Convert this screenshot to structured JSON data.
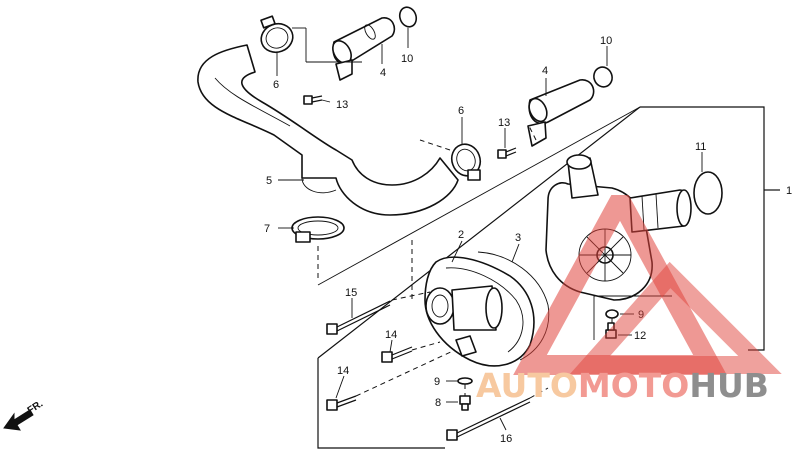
{
  "labels": {
    "l1": "1",
    "l2": "2",
    "l3": "3",
    "l4a": "4",
    "l4b": "4",
    "l5": "5",
    "l6a": "6",
    "l6b": "6",
    "l7": "7",
    "l8": "8",
    "l9a": "9",
    "l9b": "9",
    "l10a": "10",
    "l10b": "10",
    "l11": "11",
    "l12": "12",
    "l13a": "13",
    "l13b": "13",
    "l14a": "14",
    "l14b": "14",
    "l15": "15",
    "l16": "16"
  },
  "direction": "FR.",
  "watermark": {
    "auto": "AUTO",
    "moto": "MOTO",
    "hub": "HUB"
  },
  "colors": {
    "line": "#111111",
    "watermark_red": "#e0443c",
    "watermark_orange": "#f5b57a",
    "watermark_gray": "#8e8e8e"
  }
}
